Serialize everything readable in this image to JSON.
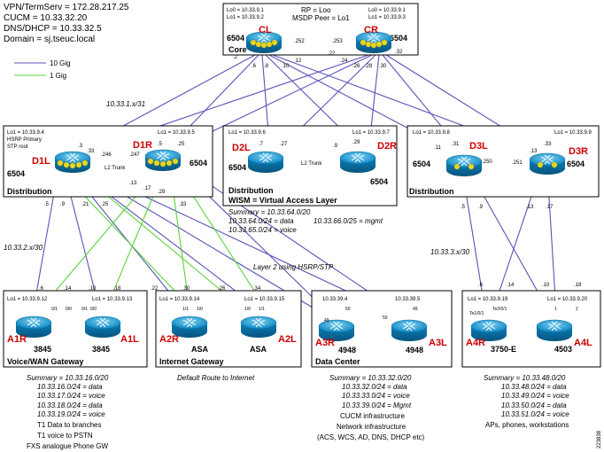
{
  "top_info": {
    "lines": [
      "VPN/TermServ = 172.28.217.25",
      "CUCM = 10.33.32.20",
      "DNS/DHCP = 10.33.32.5",
      "Domain = sj.tseuc.local"
    ]
  },
  "legend": {
    "ten_gig": "10 Gig",
    "one_gig": "1 Gig",
    "colors": {
      "ten_gig": "#5b52b8",
      "one_gig": "#5bd23a",
      "router_name": "#cc0000"
    }
  },
  "core": {
    "label": "Core",
    "lo0_left": "Lo0 = 10.33.9.1",
    "lo1_left": "Lo1 = 10.33.9.2",
    "rp": "RP = Loo",
    "msdp": "MSDP Peer = Lo1",
    "lo0_right": "Lo0 = 10.33.9.1",
    "lo1_right": "Lo1 = 10.33.9.3",
    "cl": {
      "name": "CL",
      "model": "6504"
    },
    "cr": {
      "name": "CR",
      "model": "6504"
    },
    "link_left": ".252",
    "link_right": ".253",
    "port_labels": [
      ".2",
      ".6",
      ".8",
      ".10",
      ".12",
      ".22",
      ".24",
      ".26",
      ".28",
      ".30",
      ".32"
    ]
  },
  "subnets": {
    "core_dist": "10.33.1.x/31",
    "access_left": "10.33.2.x/30",
    "access_right": "10.33.3.x/30",
    "hsrp": "Layer 2 using HSRP/STP"
  },
  "dist_left": {
    "label": "Distribution",
    "lo1_left": "Lo1 = 10.33.9.4",
    "hsrp": "HSRP Primary",
    "stp": "STP root",
    "lo1_right": "Lo1 = 10.33.9.5",
    "d1l": {
      "name": "D1L",
      "model": "6504"
    },
    "d1r": {
      "name": "D1R",
      "model": "6504"
    },
    "trunk": "L2 Trunk",
    "addr_labels": [
      ".3",
      ".33",
      ".246",
      ".247",
      ".5",
      ".25",
      ".13",
      ".17",
      ".29",
      ".33",
      ".5",
      ".9",
      ".21",
      ".25"
    ]
  },
  "dist_mid": {
    "label": "Distribution",
    "wism": "WISM = Virtual Access Layer",
    "lo1_left": "Lo1 = 10.33.9.6",
    "lo1_right": "Lo1 = 10.33.9.7",
    "d2l": {
      "name": "D2L",
      "model": "6504"
    },
    "d2r": {
      "name": "D2R",
      "model": "6504"
    },
    "trunk": "L2 Trunk",
    "addr_labels": [
      ".7",
      ".27",
      ".9",
      ".29"
    ],
    "summary": "Summary = 10.33.64.0/20",
    "net_data": "10.33.64.0/24 = data",
    "net_mgmt": "10.33.66.0/25 = mgmt",
    "net_voice": "10.33.65.0/24 = voice"
  },
  "dist_right": {
    "label": "Distribution",
    "lo1_left": "Lo1 = 10.33.9.8",
    "lo1_right": "Lo1 = 10.33.9.9",
    "d3l": {
      "name": "D3L",
      "model": "6504"
    },
    "d3r": {
      "name": "D3R",
      "model": "6504"
    },
    "addr_labels": [
      ".11",
      ".31",
      ".250",
      ".251",
      ".13",
      ".33",
      ".5",
      ".9",
      ".13",
      ".17"
    ]
  },
  "access": {
    "voice_wan": {
      "label": "Voice/WAN Gateway",
      "lo1_left": "Lo1 = 10.33.9.12",
      "lo1_right": "Lo1 = 10.33.9.13",
      "a1r": {
        "name": "A1R",
        "model": "3845"
      },
      "a1l": {
        "name": "A1L",
        "model": "3845"
      },
      "ports": [
        "0/1",
        "0/0",
        "0/1",
        "0/0"
      ],
      "addr_labels": [
        ".6",
        ".14",
        ".10",
        ".18"
      ],
      "summary": [
        "Summary = 10.33.16.0/20",
        "10.33.16.0/24 = data",
        "10.33.17.0/24 = voice",
        "10.33.18.0/24 = data",
        "10.33.19.0/24 = voice",
        "T1 Data to branches",
        "T1 voice to PSTN",
        "FXS analogue Phone GW"
      ]
    },
    "internet": {
      "label": "Internet Gateway",
      "lo1_left": "Lo1 = 10.33.9.14",
      "lo1_right": "Lo1 = 10.33.9.15",
      "a2r": {
        "name": "A2R",
        "model": "ASA"
      },
      "a2l": {
        "name": "A2L",
        "model": "ASA"
      },
      "ports": [
        "1/1",
        "1/0",
        "1/0",
        "1/1"
      ],
      "addr_labels": [
        ".22",
        ".30",
        ".26",
        ".34"
      ],
      "caption": "Default Route to Internet"
    },
    "datacenter": {
      "label": "Data Center",
      "lo1_left": "10.33.39.4",
      "lo1_right": "10.33.39.5",
      "a3r": {
        "name": "A3R",
        "model": "4948"
      },
      "a3l": {
        "name": "A3L",
        "model": "4948"
      },
      "ports": [
        "49",
        "50",
        "50",
        "49"
      ],
      "summary": [
        "Summary = 10.33.32.0/20",
        "10.33.32.0/24 = data",
        "10.33.33.0/24 = voice",
        "10.33.39.0/24 = Mgmt",
        "CUCM infrastructure",
        "Network infrastructure",
        "(ACS, WCS, AD, DNS, DHCP etc)"
      ]
    },
    "right": {
      "lo1_left": "Lo1 = 10.33.9.19",
      "lo1_right": "Lo1 = 10.33.9.20",
      "a4r": {
        "name": "A4R",
        "model": "3750-E"
      },
      "a4l": {
        "name": "A4L",
        "model": "4503"
      },
      "ports": [
        "Te1/0/1",
        "Te2/0/1",
        "1",
        "2"
      ],
      "addr_labels": [
        ".6",
        ".14",
        ".10",
        ".18"
      ],
      "summary": [
        "Summary = 10.33.48.0/20",
        "10.33.48.0/24 = data",
        "10.33.49.0/24 = voice",
        "10.33.50.0/24 = data",
        "10.33.51.0/24 = voice",
        "APs, phones, workstations"
      ]
    }
  },
  "figure_id": "223838"
}
